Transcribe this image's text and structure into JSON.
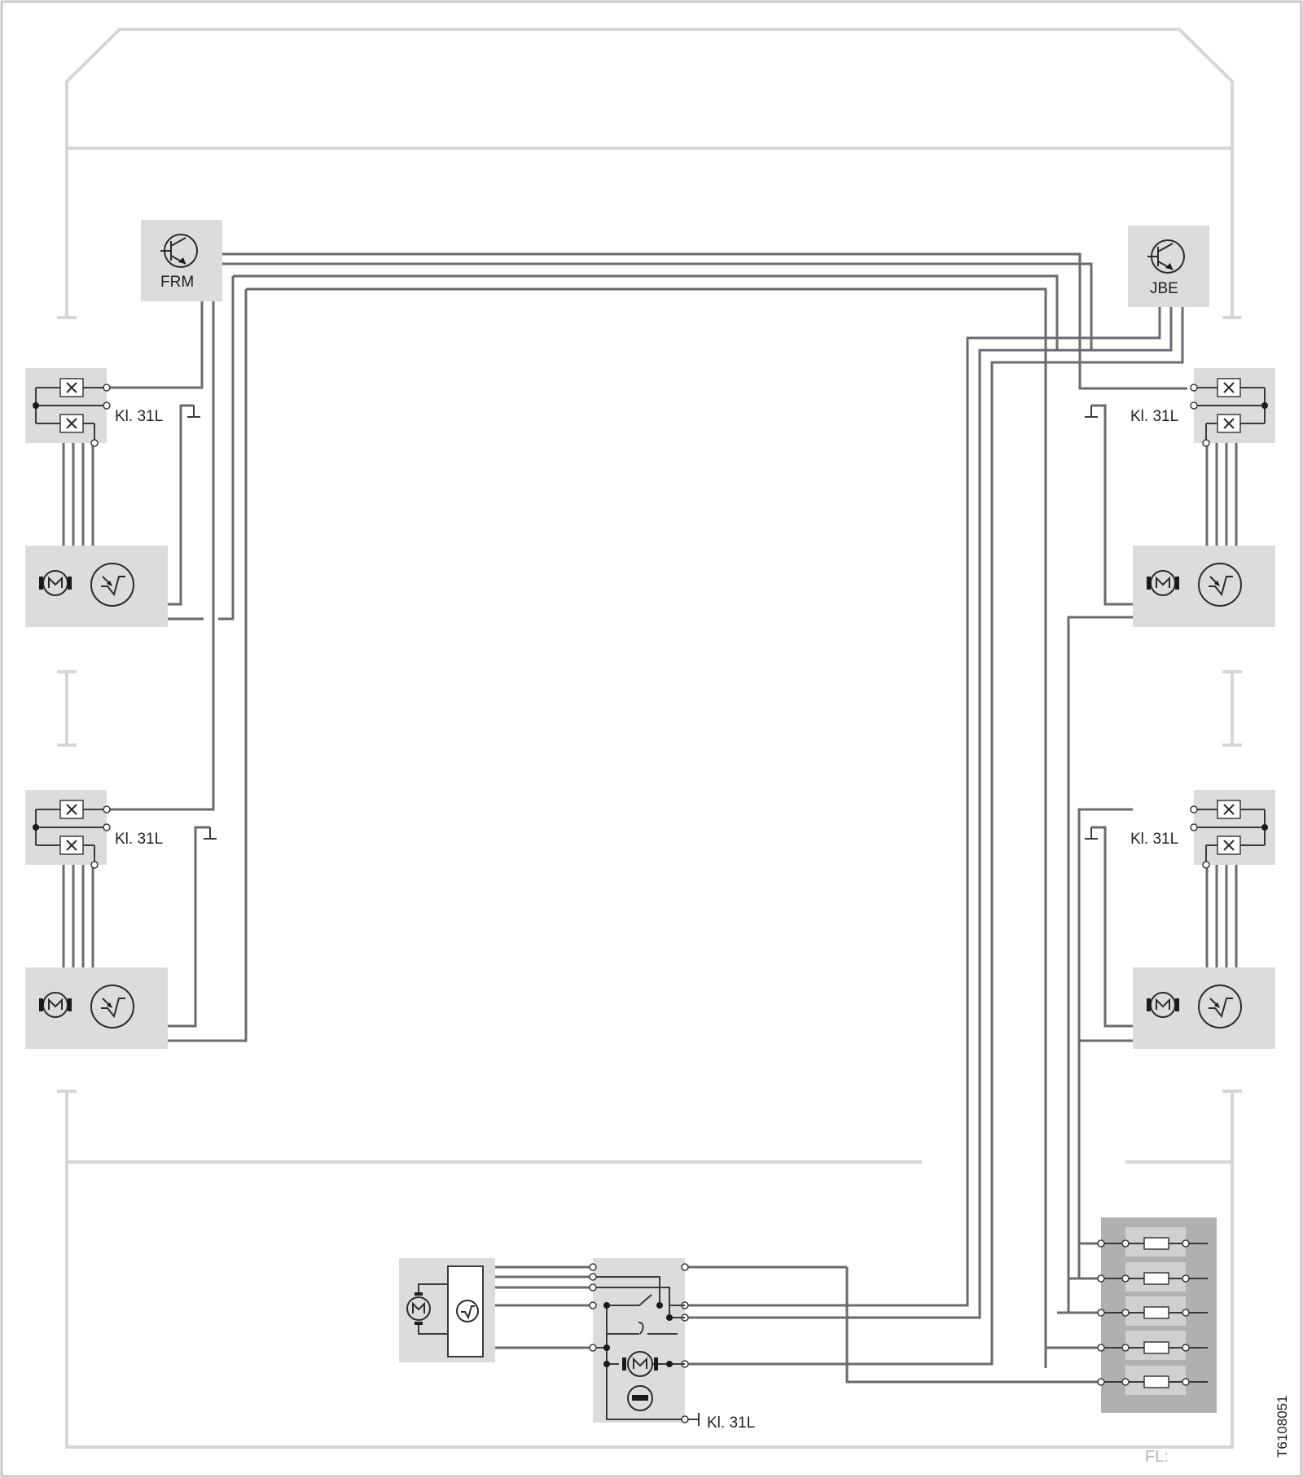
{
  "labels": {
    "frm": "FRM",
    "jbe": "JBE",
    "ground": "Kl. 31L",
    "figure_code": "T6108051",
    "footer": "FL:"
  },
  "colors": {
    "wire": "#6a6a70",
    "component_box": "#dcdcdc",
    "fuse_panel": "#b0b0b0",
    "vehicle_outline": "#d6d6d6"
  },
  "icons": [
    "transistor-icon",
    "motor-icon",
    "hall-sensor-icon",
    "fuse-icon",
    "relay-switch-icon",
    "ground-icon"
  ]
}
